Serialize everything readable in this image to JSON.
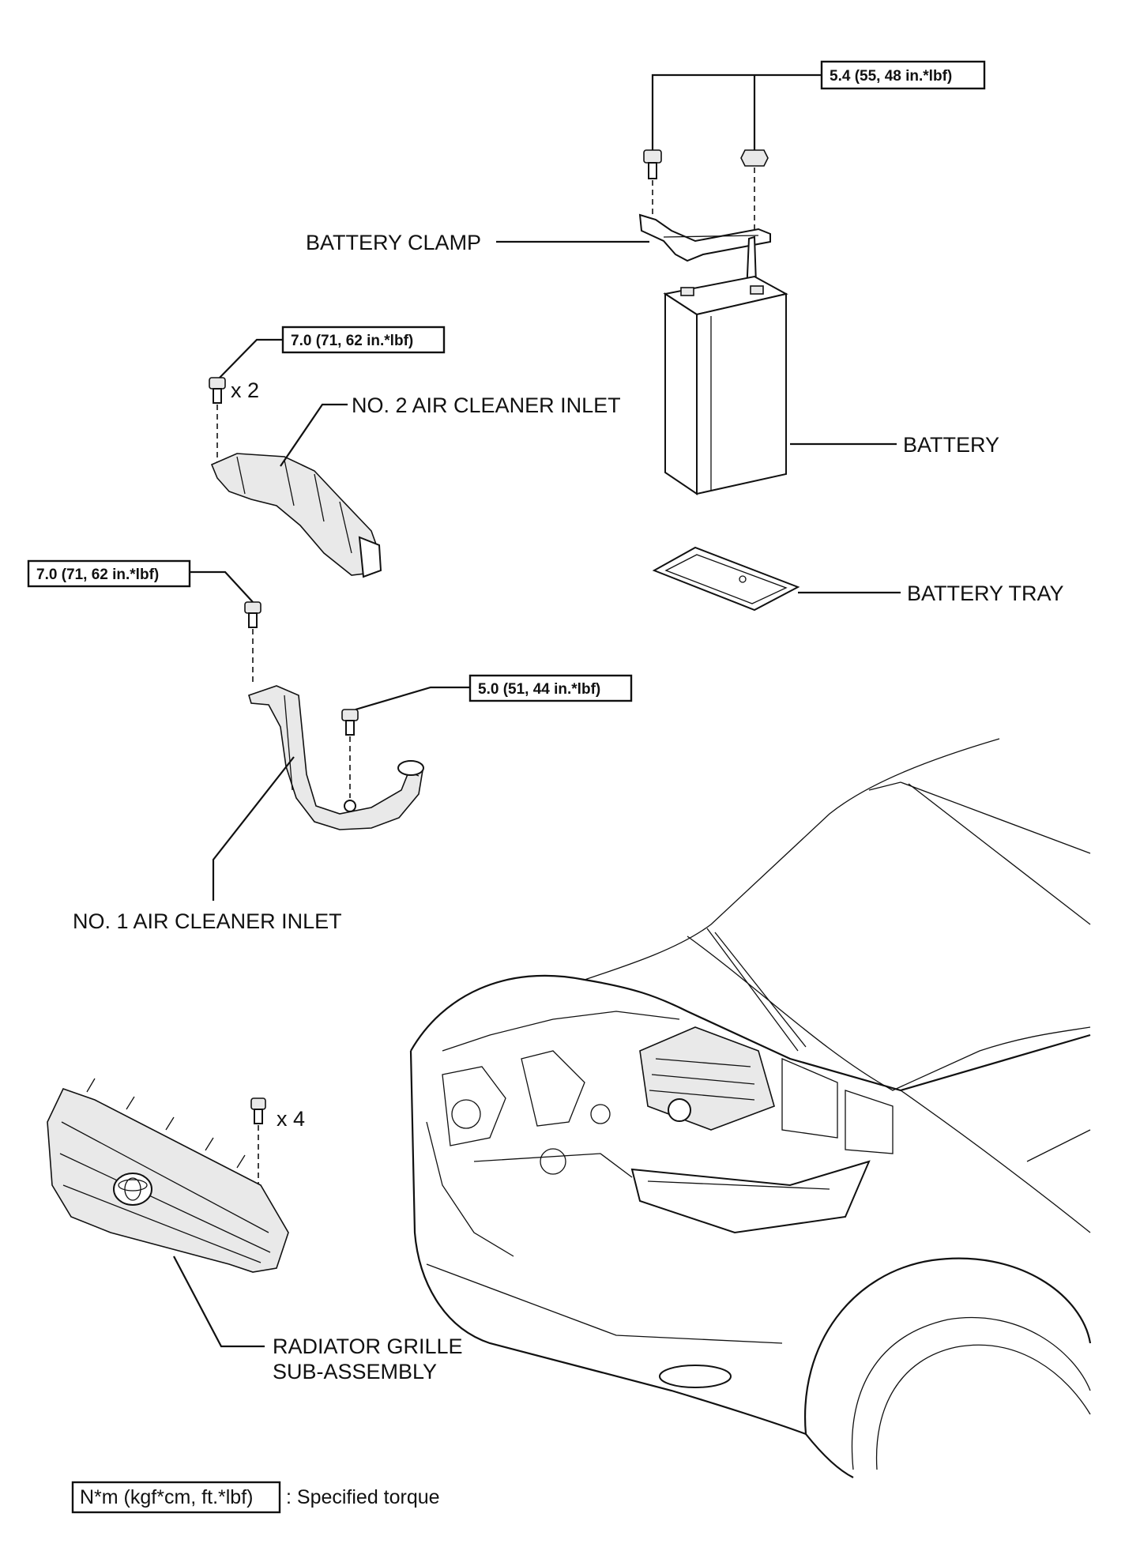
{
  "labels": {
    "battery_clamp": "BATTERY CLAMP",
    "no2_air_cleaner_inlet": "NO. 2 AIR CLEANER INLET",
    "battery": "BATTERY",
    "battery_tray": "BATTERY TRAY",
    "no1_air_cleaner_inlet": "NO. 1 AIR CLEANER INLET",
    "radiator_grille_line1": "RADIATOR GRILLE",
    "radiator_grille_line2": "SUB-ASSEMBLY"
  },
  "torques": {
    "battery_clamp": "5.4 (55, 48 in.*lbf)",
    "no2_inlet": "7.0 (71, 62 in.*lbf)",
    "no1_inlet_top": "7.0 (71, 62 in.*lbf)",
    "no1_inlet_side": "5.0 (51, 44 in.*lbf)"
  },
  "quantities": {
    "no2_inlet_bolts": "x 2",
    "grille_clips": "x 4"
  },
  "legend": {
    "unit": "N*m (kgf*cm, ft.*lbf)",
    "text": ": Specified torque"
  }
}
